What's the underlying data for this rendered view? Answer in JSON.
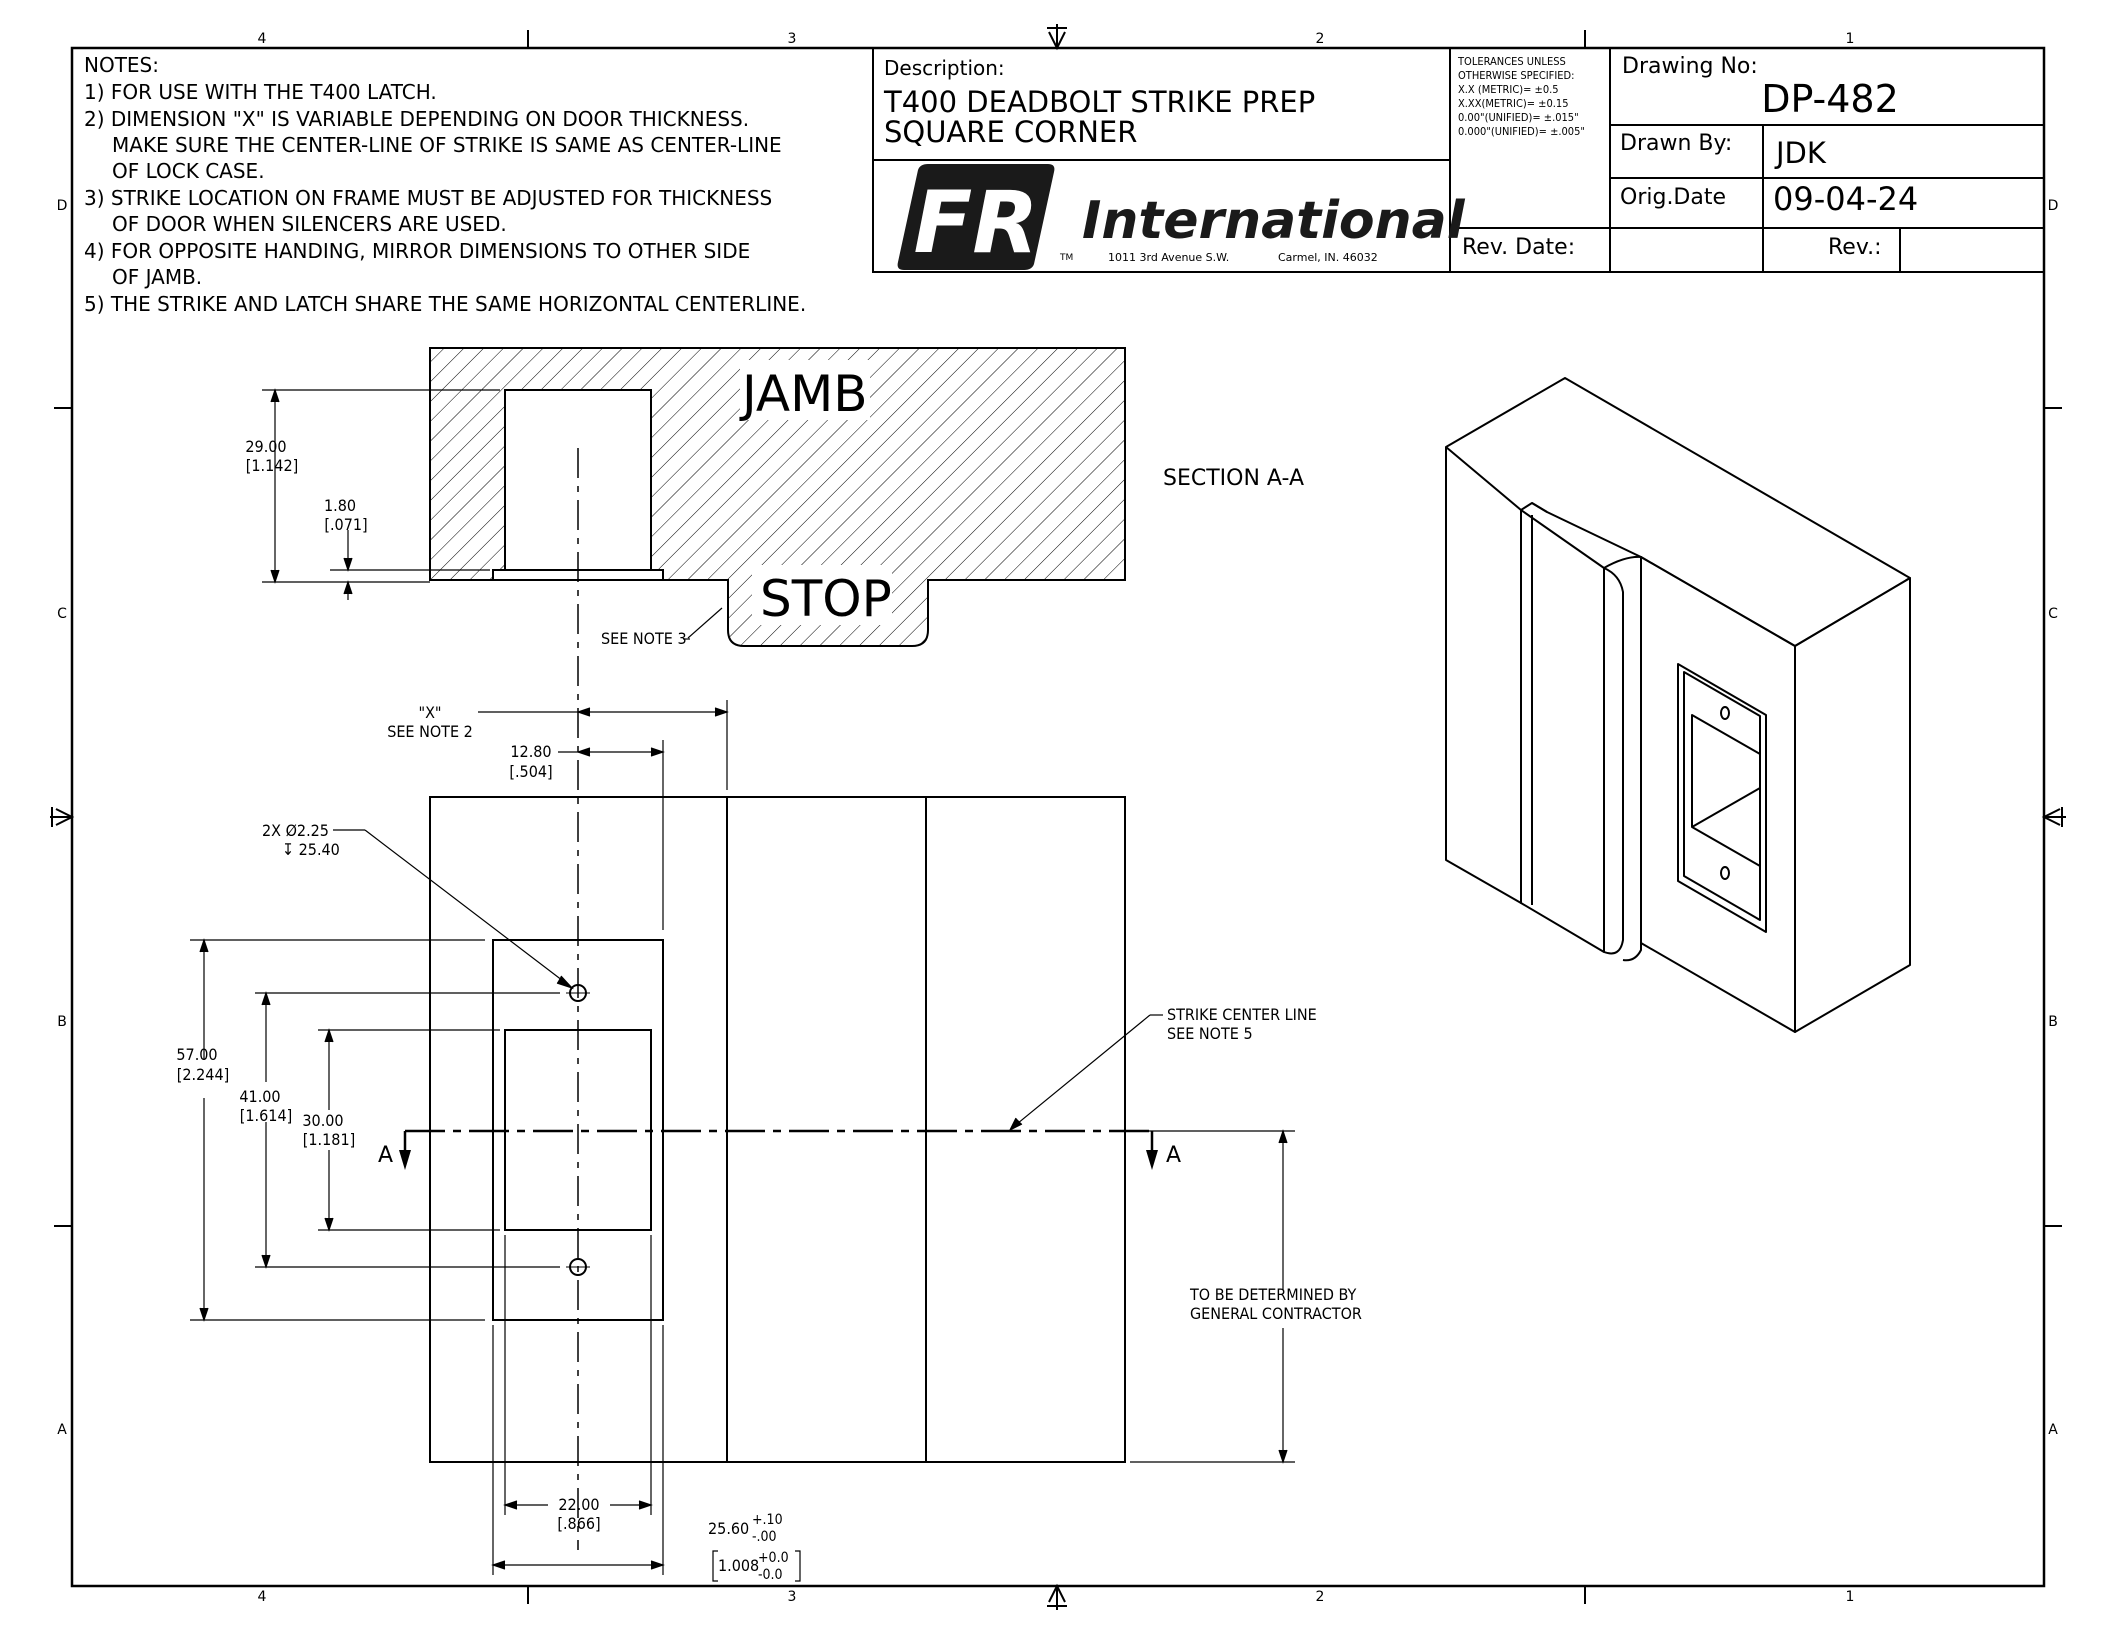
{
  "grid": {
    "columns": [
      "4",
      "3",
      "2",
      "1"
    ],
    "rows": [
      "D",
      "C",
      "B",
      "A"
    ]
  },
  "notes": {
    "heading": "NOTES:",
    "lines": [
      "1) FOR USE WITH THE T400 LATCH.",
      "2) DIMENSION \"X\" IS VARIABLE DEPENDING ON DOOR THICKNESS.",
      "MAKE SURE THE CENTER-LINE OF STRIKE IS SAME AS CENTER-LINE",
      "OF LOCK CASE.",
      "3) STRIKE LOCATION ON FRAME MUST BE ADJUSTED FOR THICKNESS",
      "OF DOOR WHEN SILENCERS ARE USED.",
      "4) FOR OPPOSITE HANDING, MIRROR DIMENSIONS TO OTHER SIDE",
      "OF JAMB.",
      "5) THE STRIKE AND LATCH SHARE THE SAME HORIZONTAL CENTERLINE."
    ]
  },
  "title_block": {
    "description_label": "Description:",
    "description_line1": "T400 DEADBOLT STRIKE PREP",
    "description_line2": "SQUARE CORNER",
    "logo_letters": "FR",
    "company": "International",
    "trademark": "TM",
    "address": "1011 3rd Avenue S.W.",
    "city": "Carmel, IN. 46032",
    "tolerances": [
      "TOLERANCES UNLESS",
      "OTHERWISE SPECIFIED:",
      "X.X (METRIC)= ±0.5",
      "X.XX(METRIC)= ±0.15",
      "0.00\"(UNIFIED)= ±.015\"",
      "0.000\"(UNIFIED)= ±.005\""
    ],
    "drawing_no_label": "Drawing No:",
    "drawing_no": "DP-482",
    "drawn_by_label": "Drawn By:",
    "drawn_by": "JDK",
    "orig_date_label": "Orig.Date",
    "orig_date": "09-04-24",
    "rev_date_label": "Rev. Date:",
    "rev_label": "Rev.:"
  },
  "section_view": {
    "title": "SECTION A-A",
    "jamb_label": "JAMB",
    "stop_label": "STOP",
    "see_note_3": "SEE NOTE 3",
    "dim_29": "29.00",
    "dim_29_in": "[1.142]",
    "dim_180": "1.80",
    "dim_180_in": "[.071]"
  },
  "front_view": {
    "x_label": "\"X\"",
    "see_note_2": "SEE NOTE 2",
    "dim_1280": "12.80",
    "dim_1280_in": "[.504]",
    "hole_callout_1": "2X Ø2.25",
    "hole_callout_2": "↧ 25.40",
    "dim_57": "57.00",
    "dim_57_in": "[2.244]",
    "dim_41": "41.00",
    "dim_41_in": "[1.614]",
    "dim_30": "30.00",
    "dim_30_in": "[1.181]",
    "section_mark": "A",
    "strike_cl_1": "STRIKE CENTER LINE",
    "strike_cl_2": "SEE NOTE 5",
    "tbd_1": "TO BE DETERMINED BY",
    "tbd_2": "GENERAL CONTRACTOR",
    "dim_22": "22.00",
    "dim_22_in": "[.866]",
    "dim_2560": "25.60",
    "tol_plus": "+.10",
    "tol_minus": "-.00",
    "dim_1008": "1.008",
    "tol_plus_in": "+0.0",
    "tol_minus_in": "-0.0"
  }
}
